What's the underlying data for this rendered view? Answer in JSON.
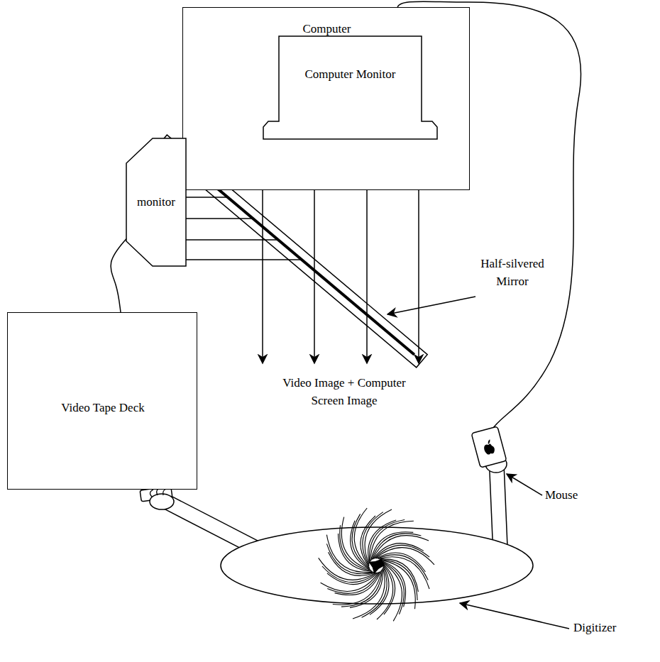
{
  "diagram": {
    "nodes": [
      {
        "text": [
          "Computer"
        ]
      },
      {
        "text": [
          "Computer Monitor"
        ],
        "in": 0
      },
      {
        "text": [
          "monitor"
        ]
      },
      {
        "text": [
          "Video Tape Deck"
        ]
      }
    ],
    "edges": [
      {
        "from": 2,
        "to": 3,
        "arrow": "none"
      }
    ],
    "labels": [
      "Half-silvered Mirror",
      "Video Image + Computer Screen Image",
      "Mouse",
      "Digitizer"
    ]
  }
}
